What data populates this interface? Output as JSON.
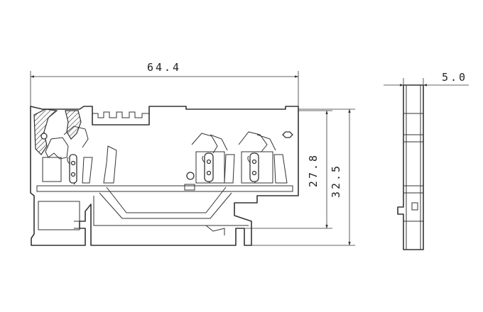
{
  "dimensions": {
    "overall_width": "64.4",
    "side_width": "5.0",
    "height_inner": "27.8",
    "height_overall": "32.5"
  }
}
